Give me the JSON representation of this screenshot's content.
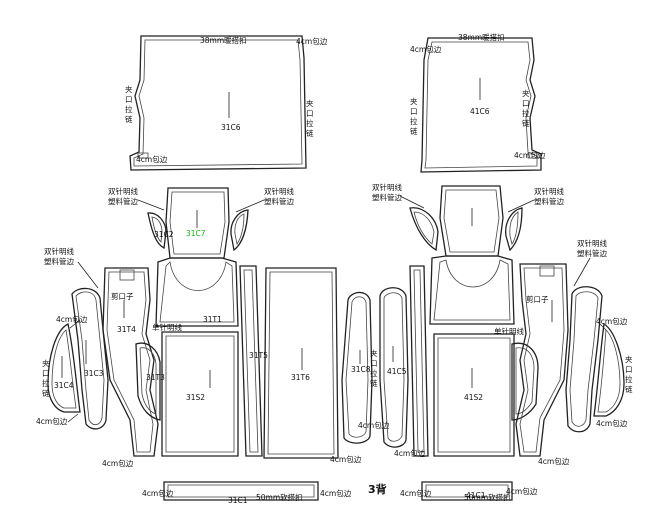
{
  "diagram": {
    "title": "3背",
    "pieces": {
      "c6_left": "31C6",
      "c6_right": "41C6",
      "c7_left": "31C7",
      "c2_left": "31C2",
      "t1_left": "31T1",
      "t4_left": "31T4",
      "t3_left": "31T3",
      "s2_left": "31S2",
      "t5_left": "31T5",
      "t6_left": "31T6",
      "c3_left": "31C3",
      "c4_left": "31C4",
      "c8_left": "31C8",
      "c5_right": "41C5",
      "s2_right": "41S2",
      "c1_left": "31C1",
      "c1_right": "41C1"
    },
    "labels": {
      "zip_38mm": "38mm暖搭扣",
      "edge_4cm": "4cm包边",
      "zipper_vertical": "夹口拉链",
      "double_needle": "双针明线",
      "plastic_piping": "塑料管边",
      "cut_notch": "剪口子",
      "single_needle": "单针明线",
      "soft_50mm": "50mm软搭扣"
    }
  }
}
